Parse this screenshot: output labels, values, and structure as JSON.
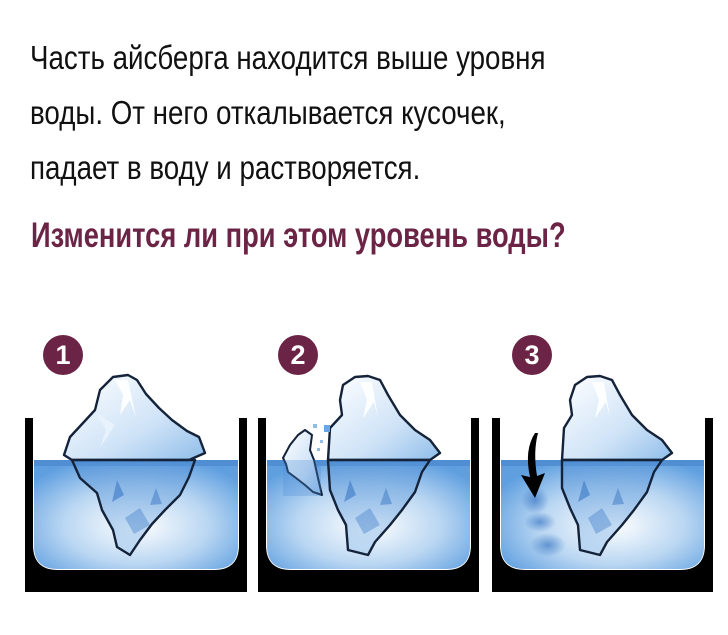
{
  "intro": {
    "lines": [
      "Часть айсберга находится выше уровня",
      "воды. От него откалывается кусочек,",
      "падает в воду и растворяется."
    ]
  },
  "question": "Изменится ли при этом уровень воды?",
  "colors": {
    "accent": "#6b2445",
    "text": "#111111",
    "water_light": "#eaf3fc",
    "water_dark": "#5f9fe0",
    "tank": "#000000"
  },
  "panels": [
    {
      "number": "1",
      "caption_icon": "iceberg-icon",
      "state": "whole iceberg floating"
    },
    {
      "number": "2",
      "caption_icon": "iceberg-icon",
      "state": "piece breaking off"
    },
    {
      "number": "3",
      "caption_icon": "down-arrow-icon",
      "state": "piece fallen and dissolving"
    }
  ]
}
